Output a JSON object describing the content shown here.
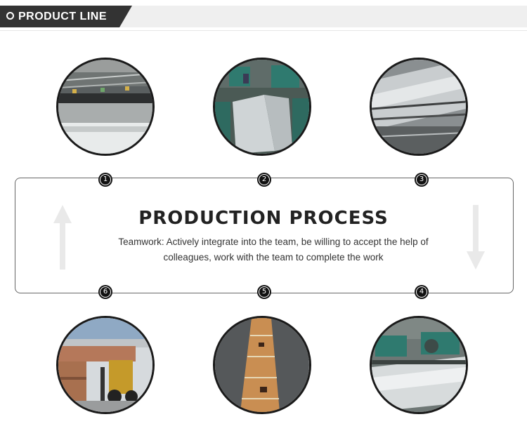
{
  "header": {
    "title": "PRODUCT LINE"
  },
  "process": {
    "title": "PRODUCTION PROCESS",
    "description": "Teamwork: Actively integrate into the team, be willing to accept the help of colleagues, work with the team to complete the work"
  },
  "steps": [
    {
      "number": "1",
      "photo": "weaving-loom-closeup"
    },
    {
      "number": "2",
      "photo": "weaving-workshop"
    },
    {
      "number": "3",
      "photo": "wire-mesh-closeup"
    },
    {
      "number": "4",
      "photo": "loom-machinery"
    },
    {
      "number": "5",
      "photo": "packaged-rolls"
    },
    {
      "number": "6",
      "photo": "forklift-loading-crates"
    }
  ],
  "colors": {
    "dark": "#333333",
    "header_bg": "#efefef",
    "badge": "#111111",
    "arrow": "#e9e9e9"
  }
}
